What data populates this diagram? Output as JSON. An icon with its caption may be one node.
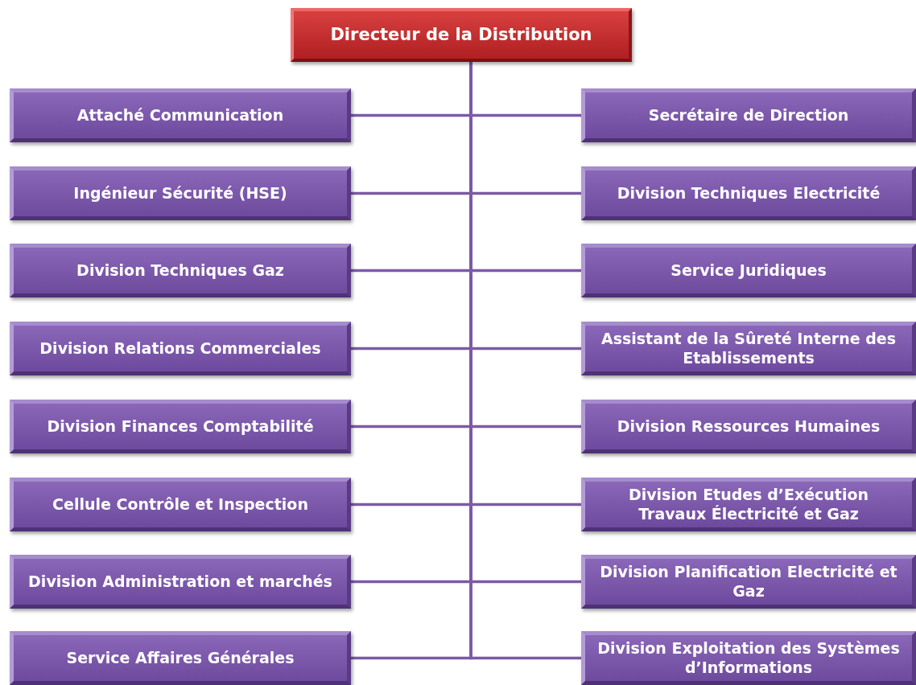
{
  "diagram": {
    "nodes": [
      {
        "text": [
          "Directeur de la Distribution"
        ]
      },
      {
        "text": [
          "Attaché Communication"
        ]
      },
      {
        "text": [
          "Secrétaire de Direction"
        ]
      },
      {
        "text": [
          "Ingénieur Sécurité (HSE)"
        ]
      },
      {
        "text": [
          "Division Techniques Electricité"
        ]
      },
      {
        "text": [
          "Division Techniques Gaz"
        ]
      },
      {
        "text": [
          "Service Juridiques"
        ]
      },
      {
        "text": [
          "Division Relations Commerciales"
        ]
      },
      {
        "text": [
          "Assistant de la Sûreté Interne des Etablissements"
        ]
      },
      {
        "text": [
          "Division Finances Comptabilité"
        ]
      },
      {
        "text": [
          "Division Ressources Humaines"
        ]
      },
      {
        "text": [
          "Cellule Contrôle et Inspection"
        ]
      },
      {
        "text": [
          "Division Etudes d’Exécution Travaux Électricité et Gaz"
        ]
      },
      {
        "text": [
          "Division Administration et marchés"
        ]
      },
      {
        "text": [
          "Division Planification Electricité et Gaz"
        ]
      },
      {
        "text": [
          "Service Affaires Générales"
        ]
      },
      {
        "text": [
          "Division Exploitation des Systèmes d’Informations"
        ]
      }
    ],
    "edges": [
      {
        "from": 0,
        "to": 1,
        "arrow": "none"
      },
      {
        "from": 0,
        "to": 2,
        "arrow": "none"
      },
      {
        "from": 0,
        "to": 3,
        "arrow": "none"
      },
      {
        "from": 0,
        "to": 4,
        "arrow": "none"
      },
      {
        "from": 0,
        "to": 5,
        "arrow": "none"
      },
      {
        "from": 0,
        "to": 6,
        "arrow": "none"
      },
      {
        "from": 0,
        "to": 7,
        "arrow": "none"
      },
      {
        "from": 0,
        "to": 8,
        "arrow": "none"
      },
      {
        "from": 0,
        "to": 9,
        "arrow": "none"
      },
      {
        "from": 0,
        "to": 10,
        "arrow": "none"
      },
      {
        "from": 0,
        "to": 11,
        "arrow": "none"
      },
      {
        "from": 0,
        "to": 12,
        "arrow": "none"
      },
      {
        "from": 0,
        "to": 13,
        "arrow": "none"
      },
      {
        "from": 0,
        "to": 14,
        "arrow": "none"
      },
      {
        "from": 0,
        "to": 15,
        "arrow": "none"
      },
      {
        "from": 0,
        "to": 16,
        "arrow": "none"
      }
    ]
  }
}
